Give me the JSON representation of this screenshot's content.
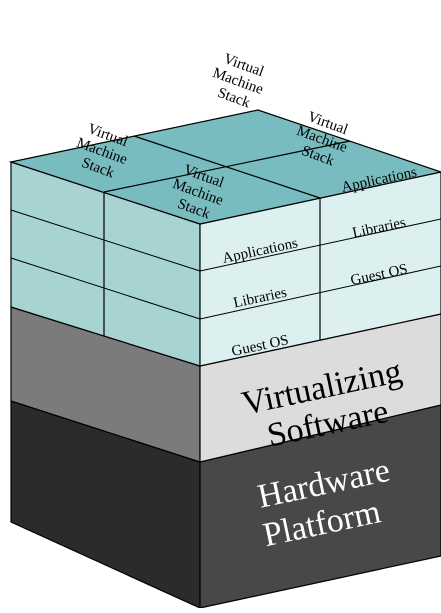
{
  "vm_stacks": {
    "top_back": "Virtual\nMachine\nStack",
    "top_right": "Virtual\nMachine\nStack",
    "top_left": "Virtual\nMachine\nStack",
    "top_front": "Virtual\nMachine\nStack"
  },
  "front_stack": {
    "applications": "Applications",
    "libraries": "Libraries",
    "guest_os": "Guest OS"
  },
  "right_stack": {
    "applications": "Applications",
    "libraries": "Libraries",
    "guest_os": "Guest OS"
  },
  "virtualizing": {
    "line1": "Virtualizing",
    "line2": "Software"
  },
  "hardware": {
    "line1": "Hardware",
    "line2": "Platform"
  },
  "colors": {
    "vm_top": "#79bcc0",
    "vm_side": "#a8d3d3",
    "vm_face": "#ddf0f0",
    "virt_side": "#7b7b7b",
    "virt_face": "#dcdcdc",
    "hw_side": "#2b2b2b",
    "hw_face": "#484848"
  }
}
